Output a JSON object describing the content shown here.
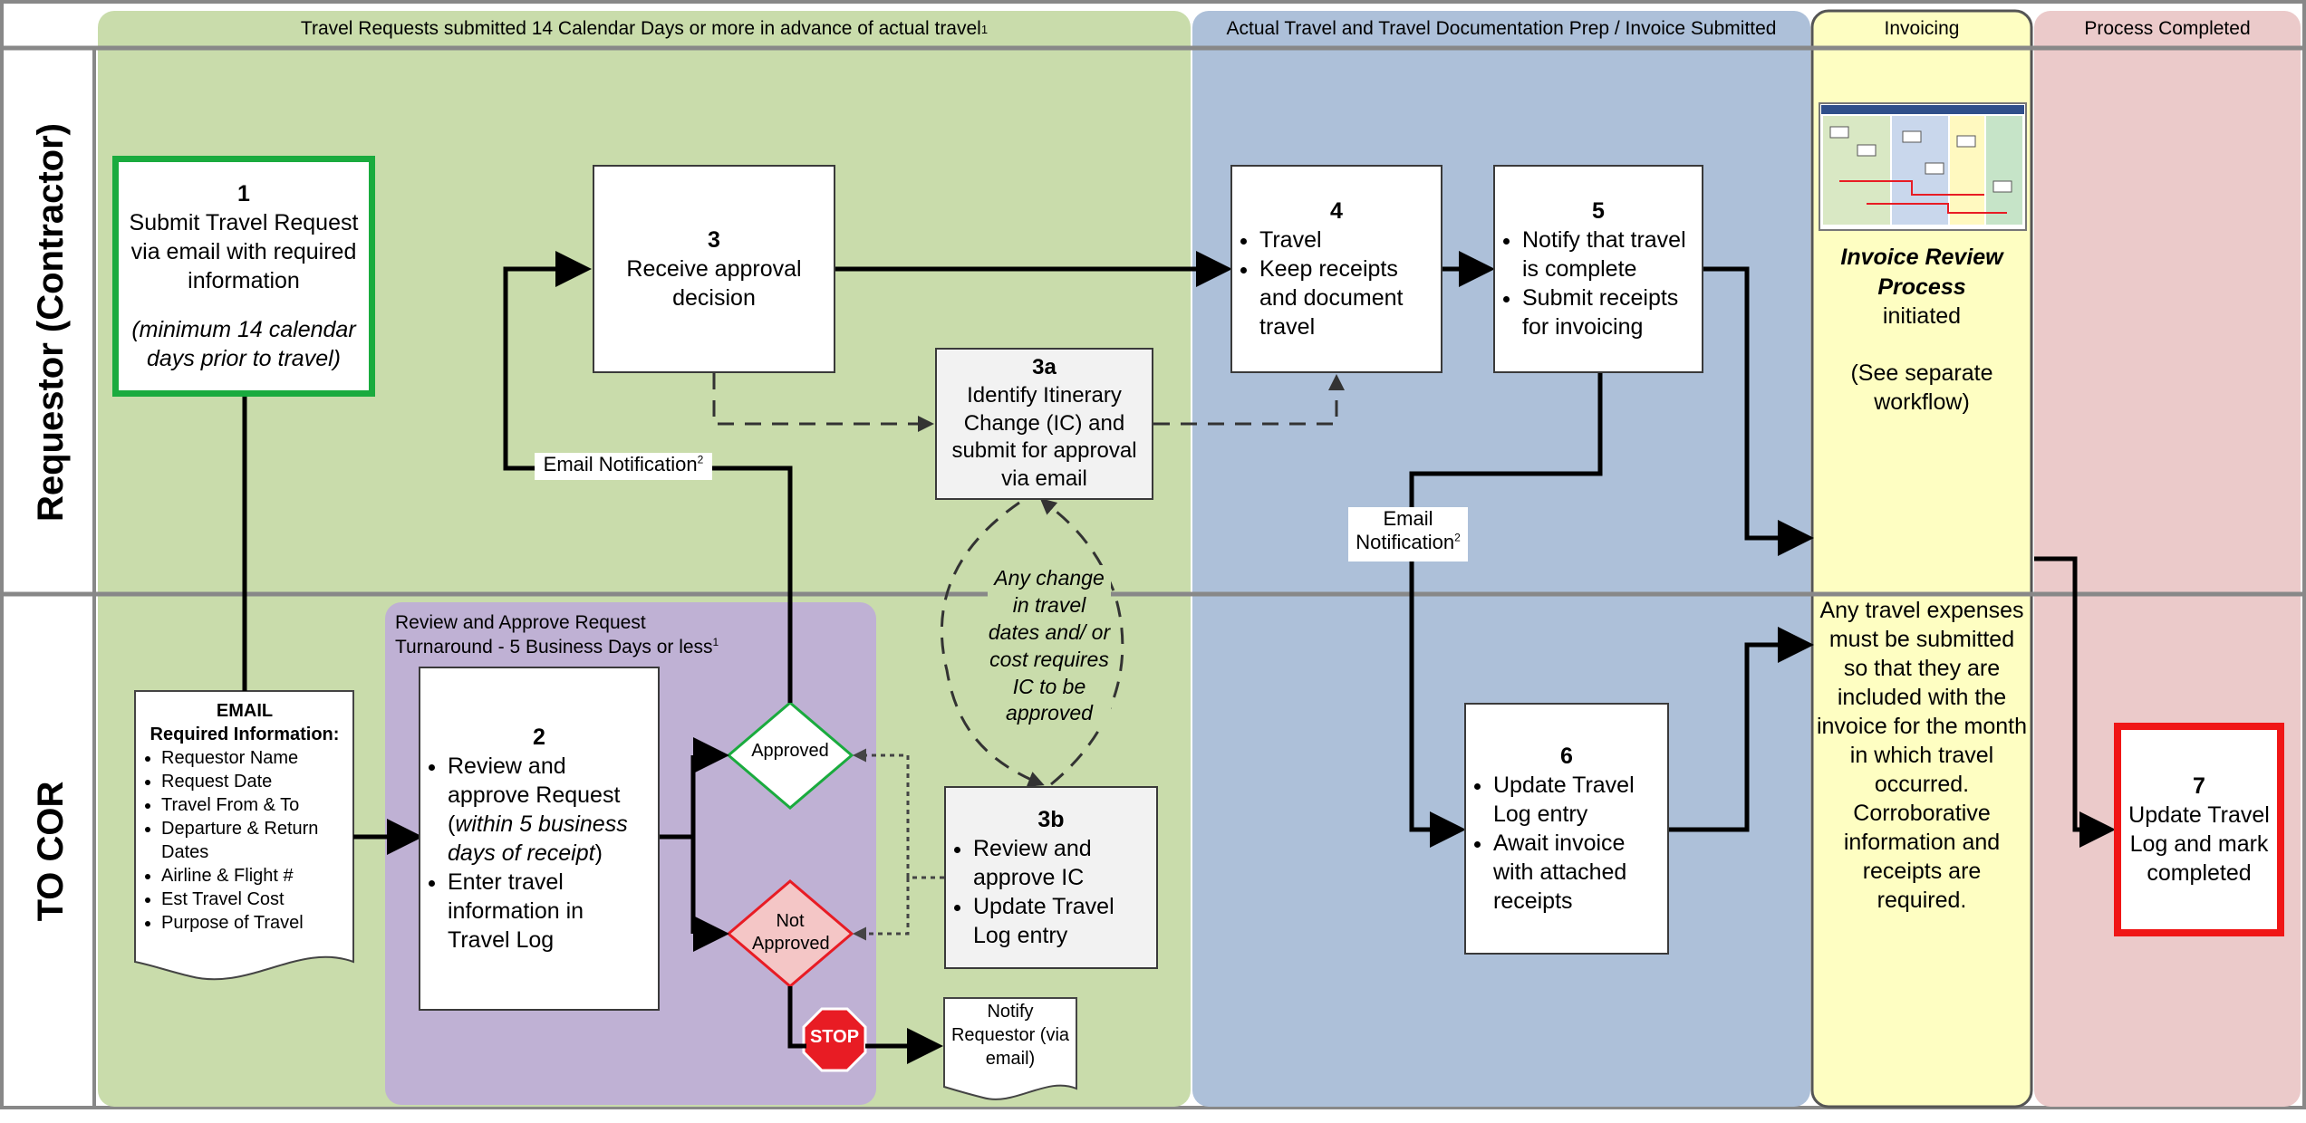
{
  "columns": {
    "advance": "Travel Requests submitted 14 Calendar Days or more in advance of actual travel",
    "advance_sup": "1",
    "travel": "Actual Travel and Travel Documentation Prep / Invoice Submitted",
    "invoicing": "Invoicing",
    "completed": "Process Completed"
  },
  "rows": {
    "requestor": "Requestor (Contractor)",
    "cor": "TO COR"
  },
  "colors": {
    "green_lane": "#c9dcab",
    "blue_lane": "#adc0d9",
    "yellow_lane": "#fefec2",
    "pink_lane": "#ebcaca",
    "purple_panel": "#bfb1d4",
    "start_border": "#1aab3e",
    "end_border": "#f01616",
    "stop": "#e81c24"
  },
  "step1": {
    "num": "1",
    "text": "Submit Travel Request via email with required information",
    "note": "(minimum 14 calendar days prior to travel)"
  },
  "step3": {
    "num": "3",
    "text": "Receive approval decision"
  },
  "step3a": {
    "num": "3a",
    "text": "Identify Itinerary Change (IC) and submit for approval via email"
  },
  "step3b": {
    "num": "3b",
    "items": [
      "Review and approve IC",
      "Update Travel Log entry"
    ]
  },
  "step4": {
    "num": "4",
    "items": [
      "Travel",
      "Keep receipts and document travel"
    ]
  },
  "step5": {
    "num": "5",
    "items": [
      "Notify that travel is complete",
      "Submit receipts for invoicing"
    ]
  },
  "step6": {
    "num": "6",
    "items": [
      "Update Travel Log entry",
      "Await invoice with attached receipts"
    ]
  },
  "step7": {
    "num": "7",
    "text": "Update Travel Log and mark completed"
  },
  "step2": {
    "num": "2",
    "item1_a": "Review and approve Request (",
    "item1_italic": "within 5 business days of receipt",
    "item1_b": ")",
    "item2": "Enter travel information in Travel Log"
  },
  "email_doc": {
    "title": "EMAIL",
    "subtitle": "Required Information:",
    "items": [
      "Requestor Name",
      "Request Date",
      "Travel From & To",
      "Departure & Return Dates",
      "Airline & Flight #",
      "Est Travel Cost",
      "Purpose of Travel"
    ]
  },
  "review_panel": {
    "line1": "Review and Approve Request",
    "line2": "Turnaround - 5 Business Days or less",
    "sup": "1"
  },
  "decisions": {
    "approved": "Approved",
    "not_approved": "Not Approved"
  },
  "stop_sign": "STOP",
  "notify_doc": "Notify Requestor (via email)",
  "email_notification_1": {
    "text": "Email Notification",
    "sup": "2"
  },
  "email_notification_2": {
    "line1": "Email",
    "line2": "Notification",
    "sup": "2"
  },
  "change_note": "Any change in travel dates and/ or cost requires IC to be approved",
  "invoice_review": {
    "title": "Invoice Review Process",
    "status": "initiated",
    "note": "(See separate workflow)"
  },
  "invoice_note": "Any travel expenses must be submitted so that they are included with the invoice for the month in which travel occurred. Corroborative information and receipts are required."
}
